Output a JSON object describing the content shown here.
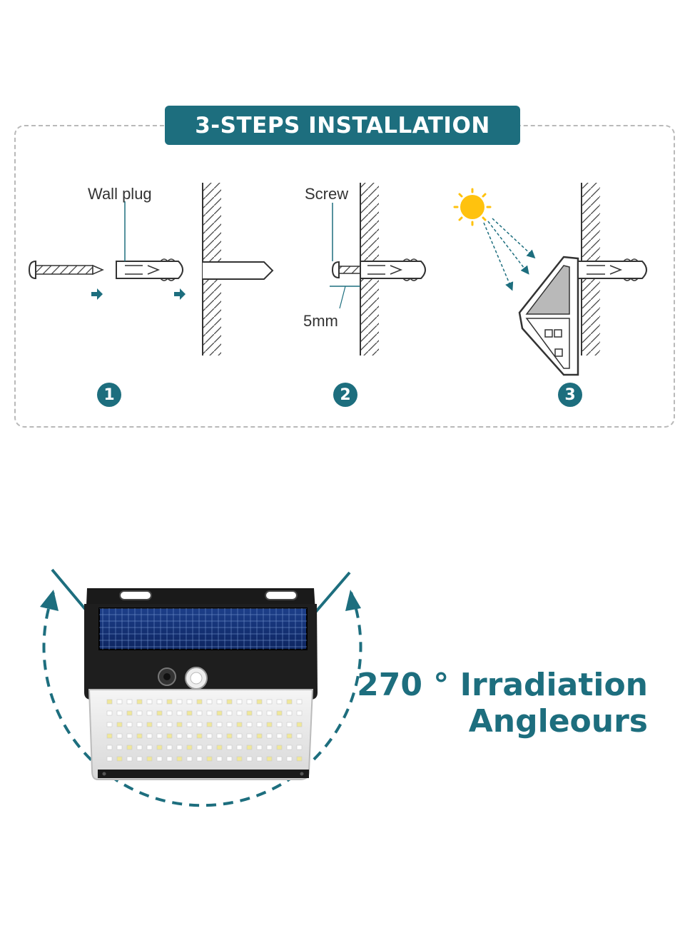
{
  "title": "3-STEPS INSTALLATION",
  "steps": [
    {
      "number": "1",
      "label": "Wall plug"
    },
    {
      "number": "2",
      "label": "Screw",
      "measure": "5mm"
    },
    {
      "number": "3"
    }
  ],
  "feature": {
    "line1": "270 ° Irradiation",
    "line2": "Angleours"
  },
  "colors": {
    "accent": "#1d6e7e",
    "frame": "#b9b9b9",
    "sun": "#ffc20e"
  }
}
